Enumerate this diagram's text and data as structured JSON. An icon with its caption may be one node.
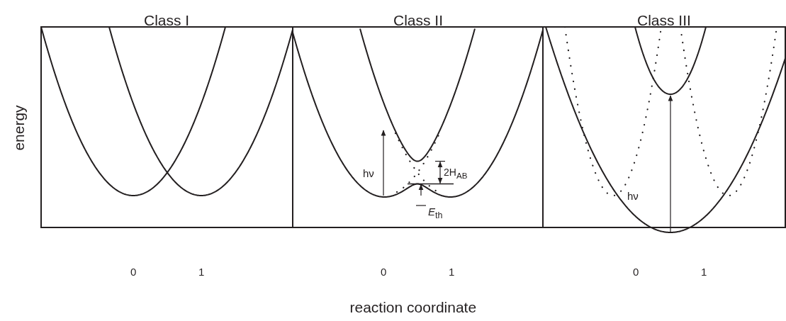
{
  "diagram": {
    "labels": [
      "Class I",
      "Class II",
      "Class III",
      "energy",
      "hν",
      "2H$_{AB}$",
      "*E*$_{th}$",
      "hν",
      "0",
      "1",
      "0",
      "1",
      "0",
      "1",
      "reaction coordinate"
    ]
  }
}
